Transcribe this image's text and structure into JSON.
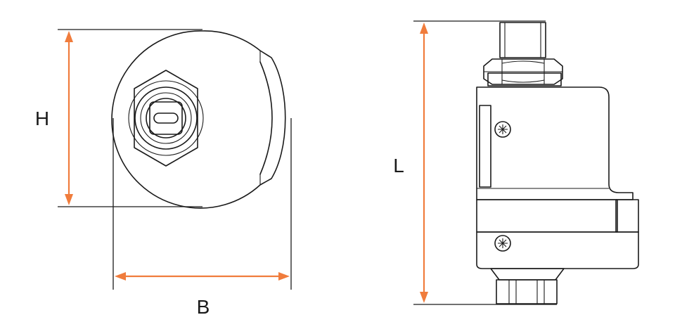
{
  "dimensions": {
    "height_label": "H",
    "width_label": "B",
    "length_label": "L"
  },
  "colors": {
    "dimension_line": "#f07c3c",
    "outline": "#1a1a1a",
    "background": "#ffffff"
  }
}
